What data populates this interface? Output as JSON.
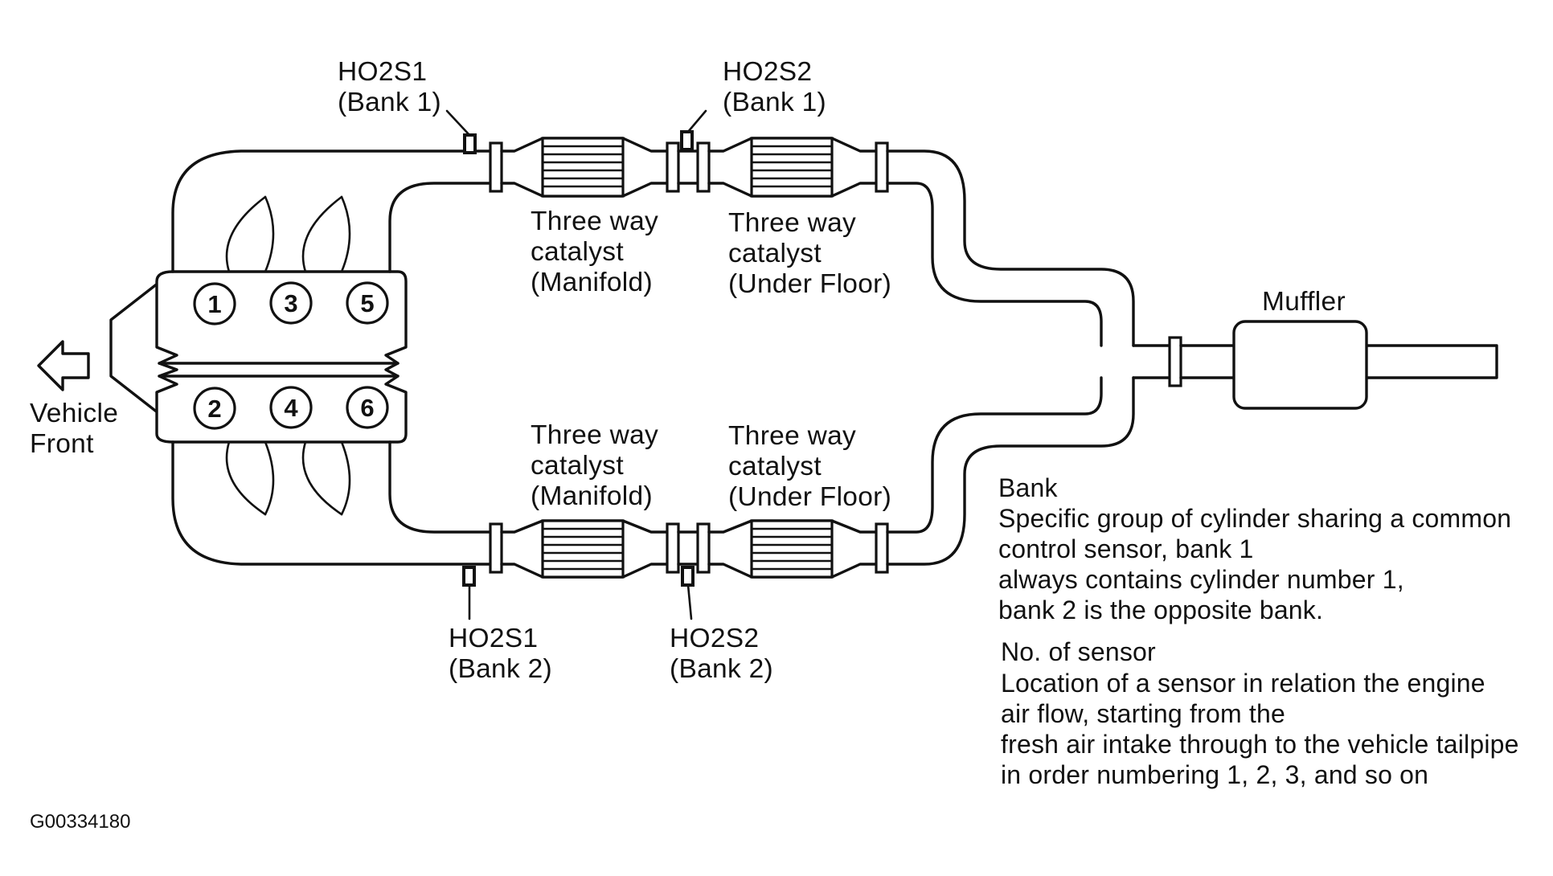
{
  "cylinders": {
    "bank1": [
      "1",
      "3",
      "5"
    ],
    "bank2": [
      "2",
      "4",
      "6"
    ]
  },
  "direction": {
    "line1": "Vehicle",
    "line2": "Front"
  },
  "sensors": {
    "ho2s1_bank1": {
      "name": "HO2S1",
      "bank": "(Bank 1)"
    },
    "ho2s2_bank1": {
      "name": "HO2S2",
      "bank": "(Bank 1)"
    },
    "ho2s1_bank2": {
      "name": "HO2S1",
      "bank": "(Bank 2)"
    },
    "ho2s2_bank2": {
      "name": "HO2S2",
      "bank": "(Bank 2)"
    }
  },
  "catalysts": {
    "manifold": [
      "Three way",
      "catalyst",
      "(Manifold)"
    ],
    "under_floor": [
      "Three way",
      "catalyst",
      "(Under Floor)"
    ]
  },
  "muffler": "Muffler",
  "notes": {
    "bank_title": "Bank",
    "bank_lines": [
      "Specific group of cylinder sharing a common",
      "control sensor, bank 1",
      "always contains cylinder number 1,",
      "bank 2 is the opposite bank."
    ],
    "sensor_title": "No. of sensor",
    "sensor_lines": [
      "Location of a sensor in relation the engine",
      "air flow, starting from the",
      "fresh air intake through to the vehicle tailpipe",
      "in order numbering 1, 2, 3, and so on"
    ]
  },
  "figure_code": "G00334180"
}
